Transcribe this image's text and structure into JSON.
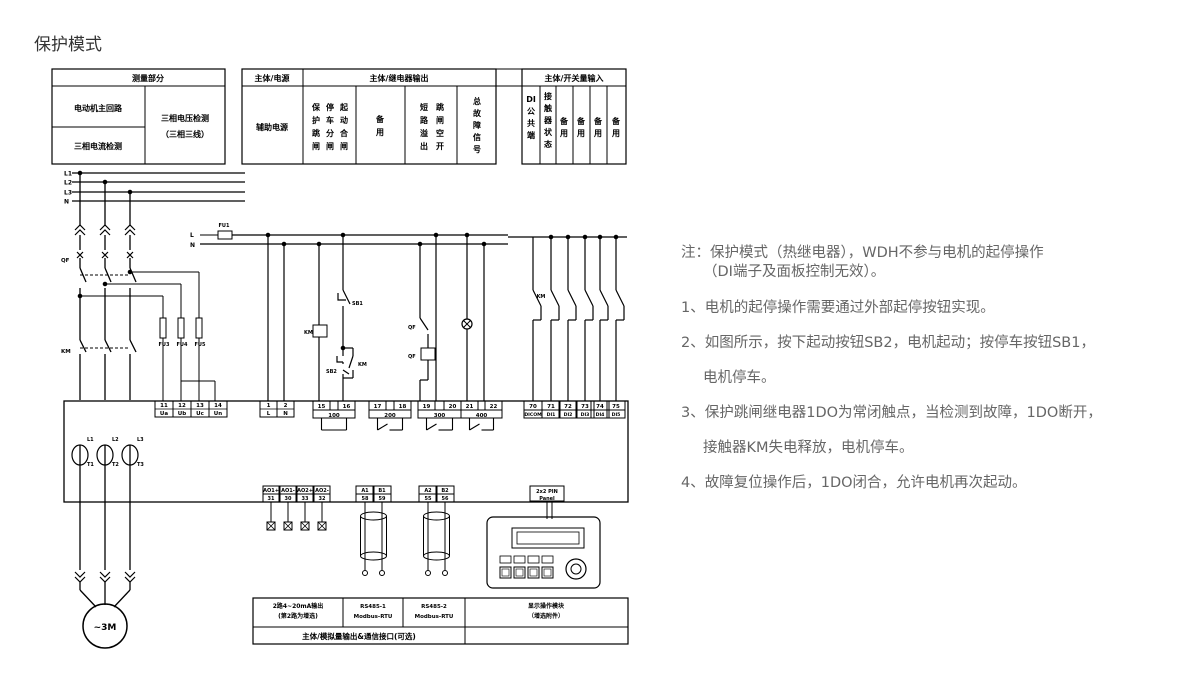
{
  "title": "保护模式",
  "header_boxes": {
    "measure": {
      "title": "测量部分",
      "motor_main_circuit": "电动机主回路",
      "three_phase_current": "三相电流检测",
      "three_phase_voltage": "三相电压检测",
      "three_phase_three_wire": "（三相三线）"
    },
    "power": {
      "title": "主体/电源",
      "aux_power": "辅助电源"
    },
    "relay": {
      "title": "主体/继电器输出",
      "cols": [
        [
          "保",
          "护",
          "跳",
          "闸"
        ],
        [
          "停",
          "车",
          "分",
          "闸"
        ],
        [
          "起",
          "动",
          "合",
          "闸"
        ],
        [
          "备",
          "用"
        ],
        [
          "短",
          "路",
          "溢",
          "出"
        ],
        [
          "跳",
          "闸",
          "空",
          "开"
        ],
        [
          "总",
          "故",
          "障",
          "信",
          "号"
        ]
      ]
    },
    "switch_in": {
      "title": "主体/开关量输入",
      "cols": [
        [
          "DI",
          "公",
          "共",
          "端"
        ],
        [
          "接",
          "触",
          "器",
          "状",
          "态"
        ],
        [
          "备",
          "用"
        ],
        [
          "备",
          "用"
        ],
        [
          "备",
          "用"
        ],
        [
          "备",
          "用"
        ]
      ]
    }
  },
  "wiring": {
    "phases": [
      "L1",
      "L2",
      "L3",
      "N"
    ],
    "ctrl_power": [
      "L",
      "N"
    ],
    "fuse_main": "FU1",
    "fuses_voltage": [
      "FU3",
      "FU4",
      "FU5"
    ],
    "qf": "QF",
    "km": "KM",
    "sb1": "SB1",
    "sb2": "SB2",
    "motor": "~3M",
    "ct_top": [
      "L1",
      "L2",
      "L3"
    ],
    "ct_bottom": [
      "T1",
      "T2",
      "T3"
    ],
    "volt_terminals": {
      "nums": [
        "11",
        "12",
        "13",
        "14"
      ],
      "labels": [
        "Ua",
        "Ub",
        "Uc",
        "Un"
      ]
    },
    "power_terminals": {
      "nums": [
        "1",
        "2"
      ],
      "labels": [
        "L",
        "N"
      ]
    },
    "relay_terminals": [
      {
        "nums": [
          "15",
          "16"
        ],
        "label": "100"
      },
      {
        "nums": [
          "17",
          "18"
        ],
        "label": "200"
      },
      {
        "nums": [
          "19",
          "20"
        ],
        "label": "300"
      },
      {
        "nums": [
          "21",
          "22"
        ],
        "label": "400"
      }
    ],
    "di_terminals": {
      "nums": [
        "70",
        "71",
        "72",
        "73",
        "74",
        "75"
      ],
      "labels": [
        "DICOM",
        "DI1",
        "DI2",
        "DI3",
        "DI4",
        "DI5"
      ]
    },
    "analog_terminals": {
      "names": [
        "AO1+",
        "AO1-",
        "AO2+",
        "AO2-"
      ],
      "nums": [
        "31",
        "30",
        "33",
        "32"
      ]
    },
    "rs485_1": {
      "names": [
        "A1",
        "B1"
      ],
      "nums": [
        "58",
        "59"
      ]
    },
    "rs485_2": {
      "names": [
        "A2",
        "B2"
      ],
      "nums": [
        "55",
        "56"
      ]
    },
    "panel_port": [
      "2x2 PIN",
      "Panel"
    ]
  },
  "bottom_table": {
    "analog_out": [
      "2路4~20mA输出",
      "(第2路为增选)"
    ],
    "rs485_1": [
      "RS485-1",
      "Modbus-RTU"
    ],
    "rs485_2": [
      "RS485-2",
      "Modbus-RTU"
    ],
    "display": [
      "显示操作模块",
      "（增选附件）"
    ],
    "footer": "主体/模拟量输出&通信接口(可选)"
  },
  "notes": [
    "注：保护模式（热继电器），WDH不参与电机的起停操作",
    "（DI端子及面板控制无效）。",
    "1、电机的起停操作需要通过外部起停按钮实现。",
    "2、如图所示，按下起动按钮SB2，电机起动；按停车按钮SB1，",
    "电机停车。",
    "3、保护跳闸继电器1DO为常闭触点，当检测到故障，1DO断开，",
    "接触器KM失电释放，电机停车。",
    "4、故障复位操作后，1DO闭合，允许电机再次起动。"
  ]
}
